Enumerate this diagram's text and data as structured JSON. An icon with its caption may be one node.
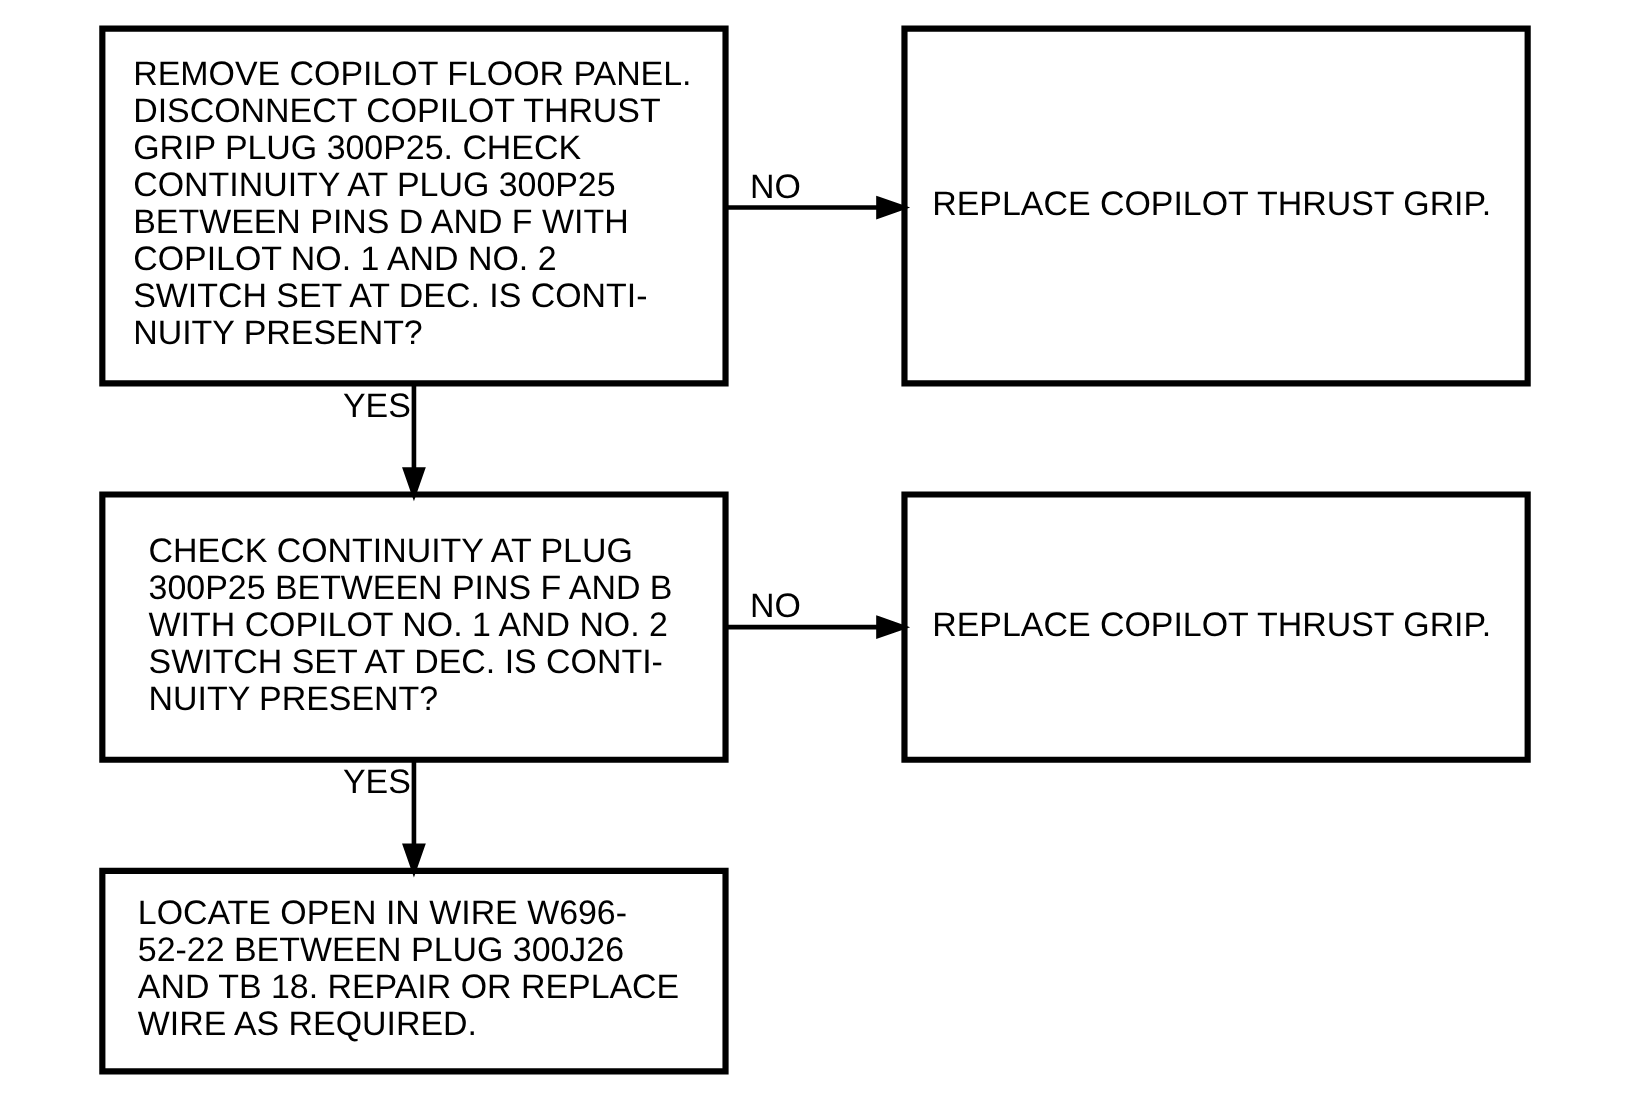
{
  "diagram": {
    "nodes": [
      {
        "text": [
          "REMOVE COPILOT FLOOR PANEL. DISCONNECT COPILOT THRUST GRIP PLUG 300P25. CHECK CONTINUITY AT PLUG 300P25 BETWEEN PINS D AND F WITH COPILOT NO. 1 AND NO. 2 SWITCH SET AT DEC. IS CONTI- NUITY PRESENT?"
        ]
      },
      {
        "text": [
          "REPLACE COPILOT THRUST GRIP."
        ]
      },
      {
        "text": [
          "CHECK CONTINUITY AT PLUG 300P25 BETWEEN PINS F AND B WITH COPILOT NO. 1 AND NO. 2 SWITCH SET AT DEC. IS CONTI- NUITY PRESENT?"
        ]
      },
      {
        "text": [
          "REPLACE COPILOT THRUST GRIP."
        ]
      },
      {
        "text": [
          "LOCATE OPEN IN WIRE W696- 52-22 BETWEEN PLUG 300J26 AND TB 18. REPAIR OR REPLACE WIRE AS REQUIRED."
        ]
      }
    ],
    "edges": [
      {
        "from": 0,
        "to": 1,
        "arrow": "to",
        "label": "NO"
      },
      {
        "from": 0,
        "to": 2,
        "arrow": "to",
        "label": "YES"
      },
      {
        "from": 2,
        "to": 3,
        "arrow": "to",
        "label": "NO"
      },
      {
        "from": 2,
        "to": 4,
        "arrow": "to",
        "label": "YES"
      }
    ]
  }
}
